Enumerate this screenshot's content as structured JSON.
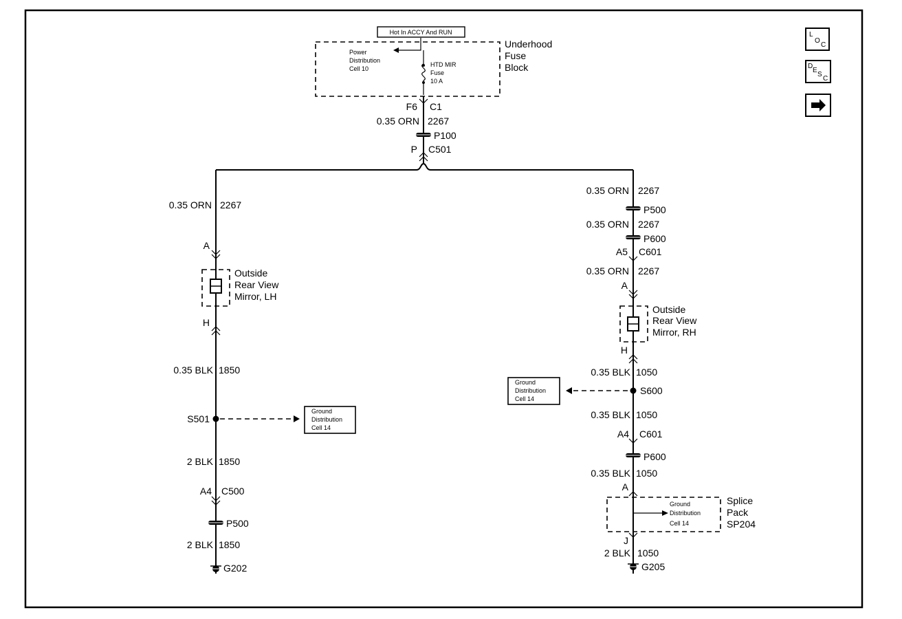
{
  "top": {
    "hot_label": "Hot In ACCY And RUN",
    "underhood": [
      "Underhood",
      "Fuse",
      "Block"
    ],
    "power_dist": [
      "Power",
      "Distribution",
      "Cell 10"
    ],
    "fuse": [
      "HTD MIR",
      "Fuse",
      "10 A"
    ],
    "f6": "F6",
    "c1": "C1",
    "wire_top": "0.35 ORN",
    "circuit_top": "2267",
    "p100": "P100",
    "p": "P",
    "c501": "C501"
  },
  "left": {
    "wire1": "0.35 ORN",
    "circ1": "2267",
    "pin_a": "A",
    "mirror": [
      "Outside",
      "Rear View",
      "Mirror, LH"
    ],
    "pin_h": "H",
    "wire2": "0.35 BLK",
    "circ2": "1850",
    "s501": "S501",
    "ground": [
      "Ground",
      "Distribution",
      "Cell 14"
    ],
    "wire3": "2 BLK",
    "circ3": "1850",
    "a4": "A4",
    "c500": "C500",
    "p500": "P500",
    "wire4": "2 BLK",
    "circ4": "1850",
    "g202": "G202"
  },
  "right": {
    "wire1": "0.35 ORN",
    "circ1": "2267",
    "p500": "P500",
    "wire2": "0.35 ORN",
    "circ2": "2267",
    "p600a": "P600",
    "a5": "A5",
    "c601a": "C601",
    "wire3": "0.35 ORN",
    "circ3": "2267",
    "pin_a": "A",
    "mirror": [
      "Outside",
      "Rear View",
      "Mirror, RH"
    ],
    "pin_h": "H",
    "wire4": "0.35 BLK",
    "circ4": "1050",
    "ground1": [
      "Ground",
      "Distribution",
      "Cell 14"
    ],
    "s600": "S600",
    "wire5": "0.35 BLK",
    "circ5": "1050",
    "a4": "A4",
    "c601b": "C601",
    "p600b": "P600",
    "wire6": "0.35 BLK",
    "circ6": "1050",
    "pin_a2": "A",
    "ground2": [
      "Ground",
      "Distribution",
      "Cell 14"
    ],
    "splice": [
      "Splice",
      "Pack",
      "SP204"
    ],
    "pin_j": "J",
    "wire7": "2 BLK",
    "circ7": "1050",
    "g205": "G205"
  },
  "nav": {
    "loc": [
      "L",
      "O",
      "C"
    ],
    "desc": [
      "D",
      "E",
      "S",
      "C"
    ],
    "next_icon": "arrow-right-icon"
  }
}
